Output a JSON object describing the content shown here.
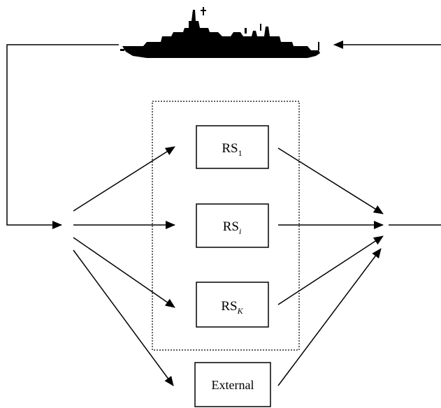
{
  "diagram": {
    "ship_icon": "ship-icon",
    "boxes": [
      {
        "id": "rs1",
        "base": "RS",
        "sub": "1",
        "sub_italic": false
      },
      {
        "id": "rsi",
        "base": "RS",
        "sub": "i",
        "sub_italic": true
      },
      {
        "id": "rsk",
        "base": "RS",
        "sub": "K",
        "sub_italic": true
      },
      {
        "id": "external",
        "base": "External",
        "sub": "",
        "sub_italic": false
      }
    ]
  }
}
